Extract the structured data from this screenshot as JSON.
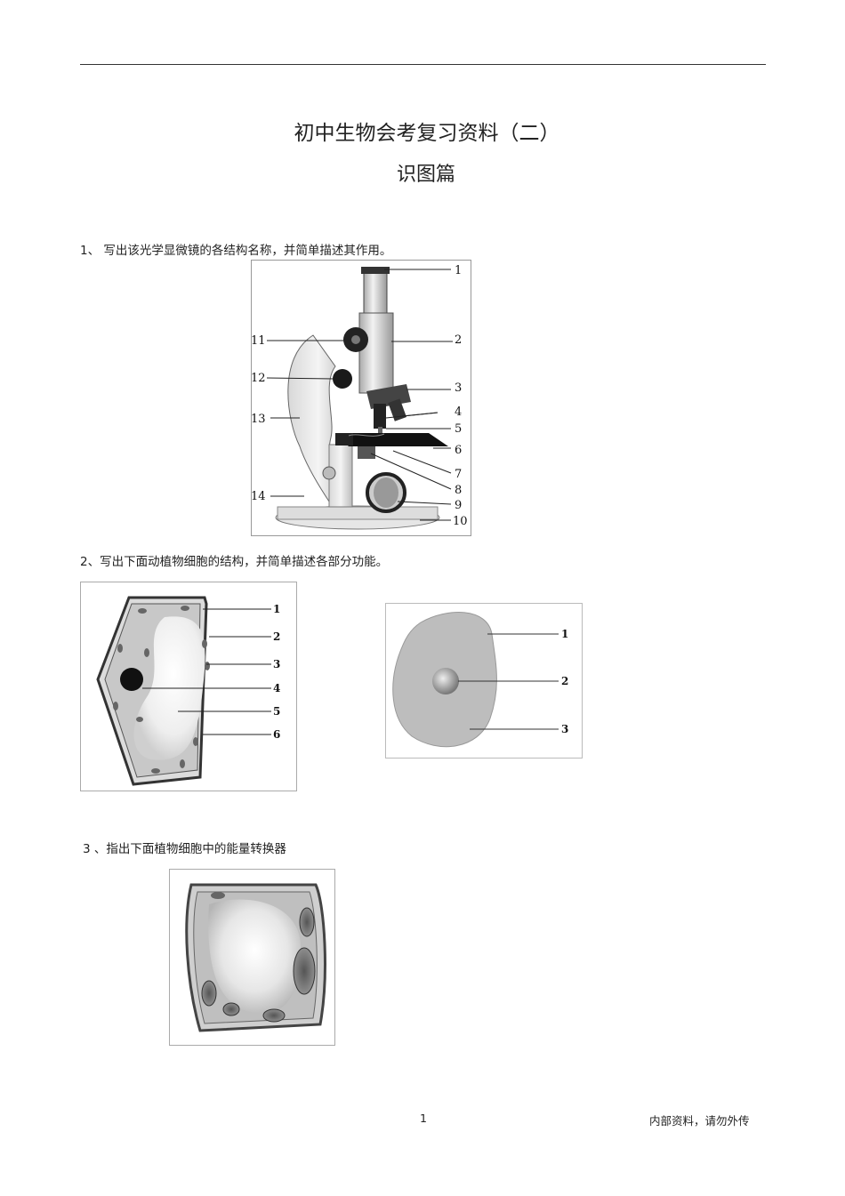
{
  "header": {
    "title": "初中生物会考复习资料（二）",
    "subtitle": "识图篇"
  },
  "questions": [
    {
      "text": "1、  写出该光学显微镜的各结构名称，并简单描述其作用。"
    },
    {
      "text": "2、写出下面动植物细胞的结构，并简单描述各部分功能。"
    },
    {
      "text": "3 、指出下面植物细胞中的能量转换器"
    }
  ],
  "microscope_labels": [
    "1",
    "2",
    "3",
    "4",
    "5",
    "6",
    "7",
    "8",
    "9",
    "10",
    "11",
    "12",
    "13",
    "14"
  ],
  "plant_cell_labels": [
    "1",
    "2",
    "3",
    "4",
    "5",
    "6"
  ],
  "animal_cell_labels": [
    "1",
    "2",
    "3"
  ],
  "footer": {
    "page_number": "1",
    "note": "内部资料，请勿外传"
  }
}
